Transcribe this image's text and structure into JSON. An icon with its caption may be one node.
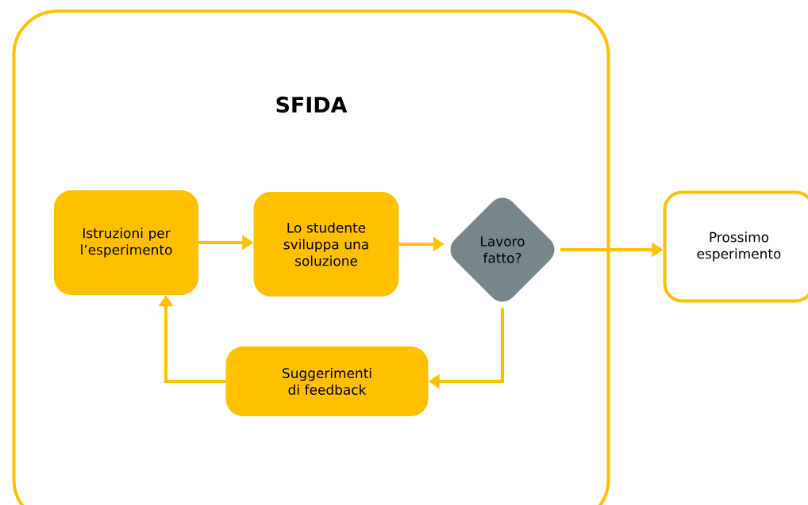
{
  "diagram": {
    "nodes": [
      {
        "text": [
          "SFIDA"
        ]
      },
      {
        "text": [
          "Istruzioni per l’esperimento"
        ],
        "in": 0
      },
      {
        "text": [
          "Lo studente sviluppa una soluzione"
        ],
        "in": 0
      },
      {
        "text": [
          "Lavoro fatto?"
        ],
        "in": 0
      },
      {
        "text": [
          "Suggerimenti di feedback"
        ],
        "in": 0
      },
      {
        "text": [
          "Prossimo esperimento"
        ]
      }
    ],
    "edges": [
      {
        "from": 1,
        "to": 2,
        "arrow": "to"
      },
      {
        "from": 2,
        "to": 3,
        "arrow": "to"
      },
      {
        "from": 3,
        "to": 5,
        "arrow": "to"
      },
      {
        "from": 3,
        "to": 4,
        "arrow": "to"
      },
      {
        "from": 4,
        "to": 1,
        "arrow": "to"
      }
    ]
  }
}
